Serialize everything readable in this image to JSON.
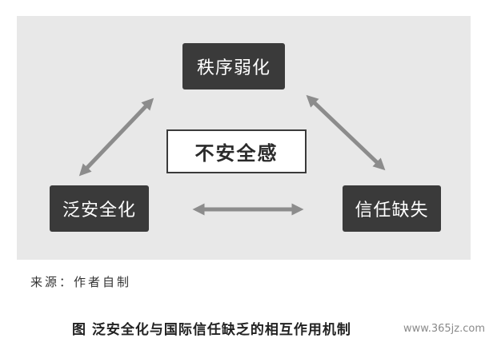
{
  "diagram": {
    "nodes": {
      "top": "秩序弱化",
      "left": "泛安全化",
      "right": "信任缺失"
    },
    "center": "不安全感",
    "colors": {
      "node_fill": "#3a3a3a",
      "arrow": "#8c8c8c",
      "panel": "#e8e8e8"
    }
  },
  "source": "来源：作者自制",
  "caption": "图  泛安全化与国际信任缺乏的相互作用机制",
  "watermark": "www.365jz.com"
}
